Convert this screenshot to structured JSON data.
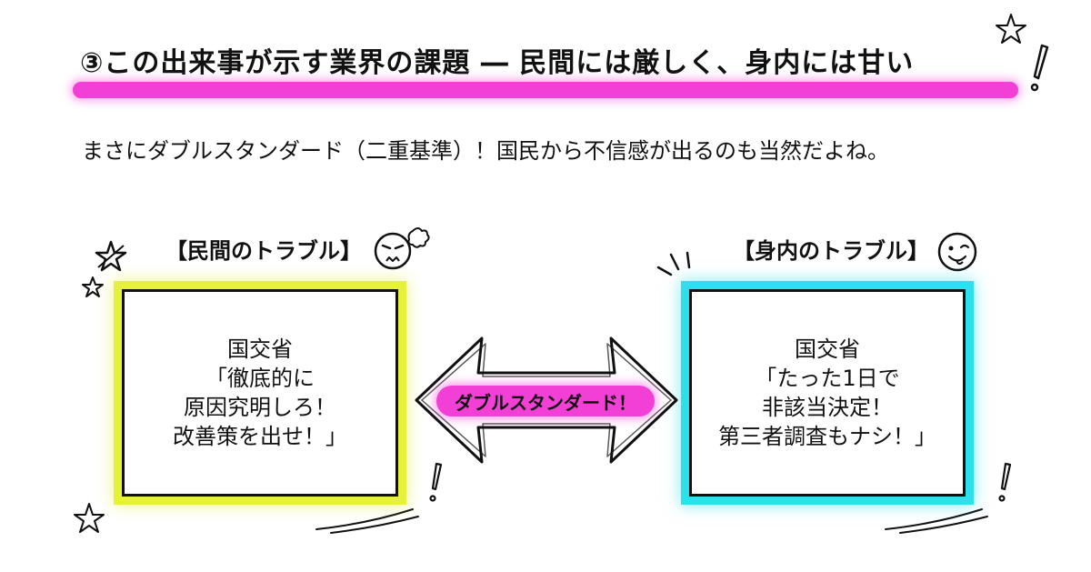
{
  "header": {
    "title": "③この出来事が示す業界の課題 ― 民間には厳しく、身内には甘い",
    "subtitle": "まさにダブルスタンダード（二重基準）！国民から不信感が出るのも当然だよね。"
  },
  "left_panel": {
    "label": "【民間のトラブル】",
    "lines": [
      "国交省",
      "「徹底的に",
      "原因究明しろ！",
      "改善策を出せ！」"
    ],
    "glow_color": "#e6f23a",
    "emoji": "angry-face"
  },
  "right_panel": {
    "label": "【身内のトラブル】",
    "lines": [
      "国交省",
      "「たった1日で",
      "非該当決定！",
      "第三者調査もナシ！」"
    ],
    "glow_color": "#2de0ee",
    "emoji": "winking-tongue-face"
  },
  "center": {
    "label": "ダブルスタンダード！",
    "highlight_color": "#f23fd6",
    "icon": "double-headed-arrow"
  }
}
